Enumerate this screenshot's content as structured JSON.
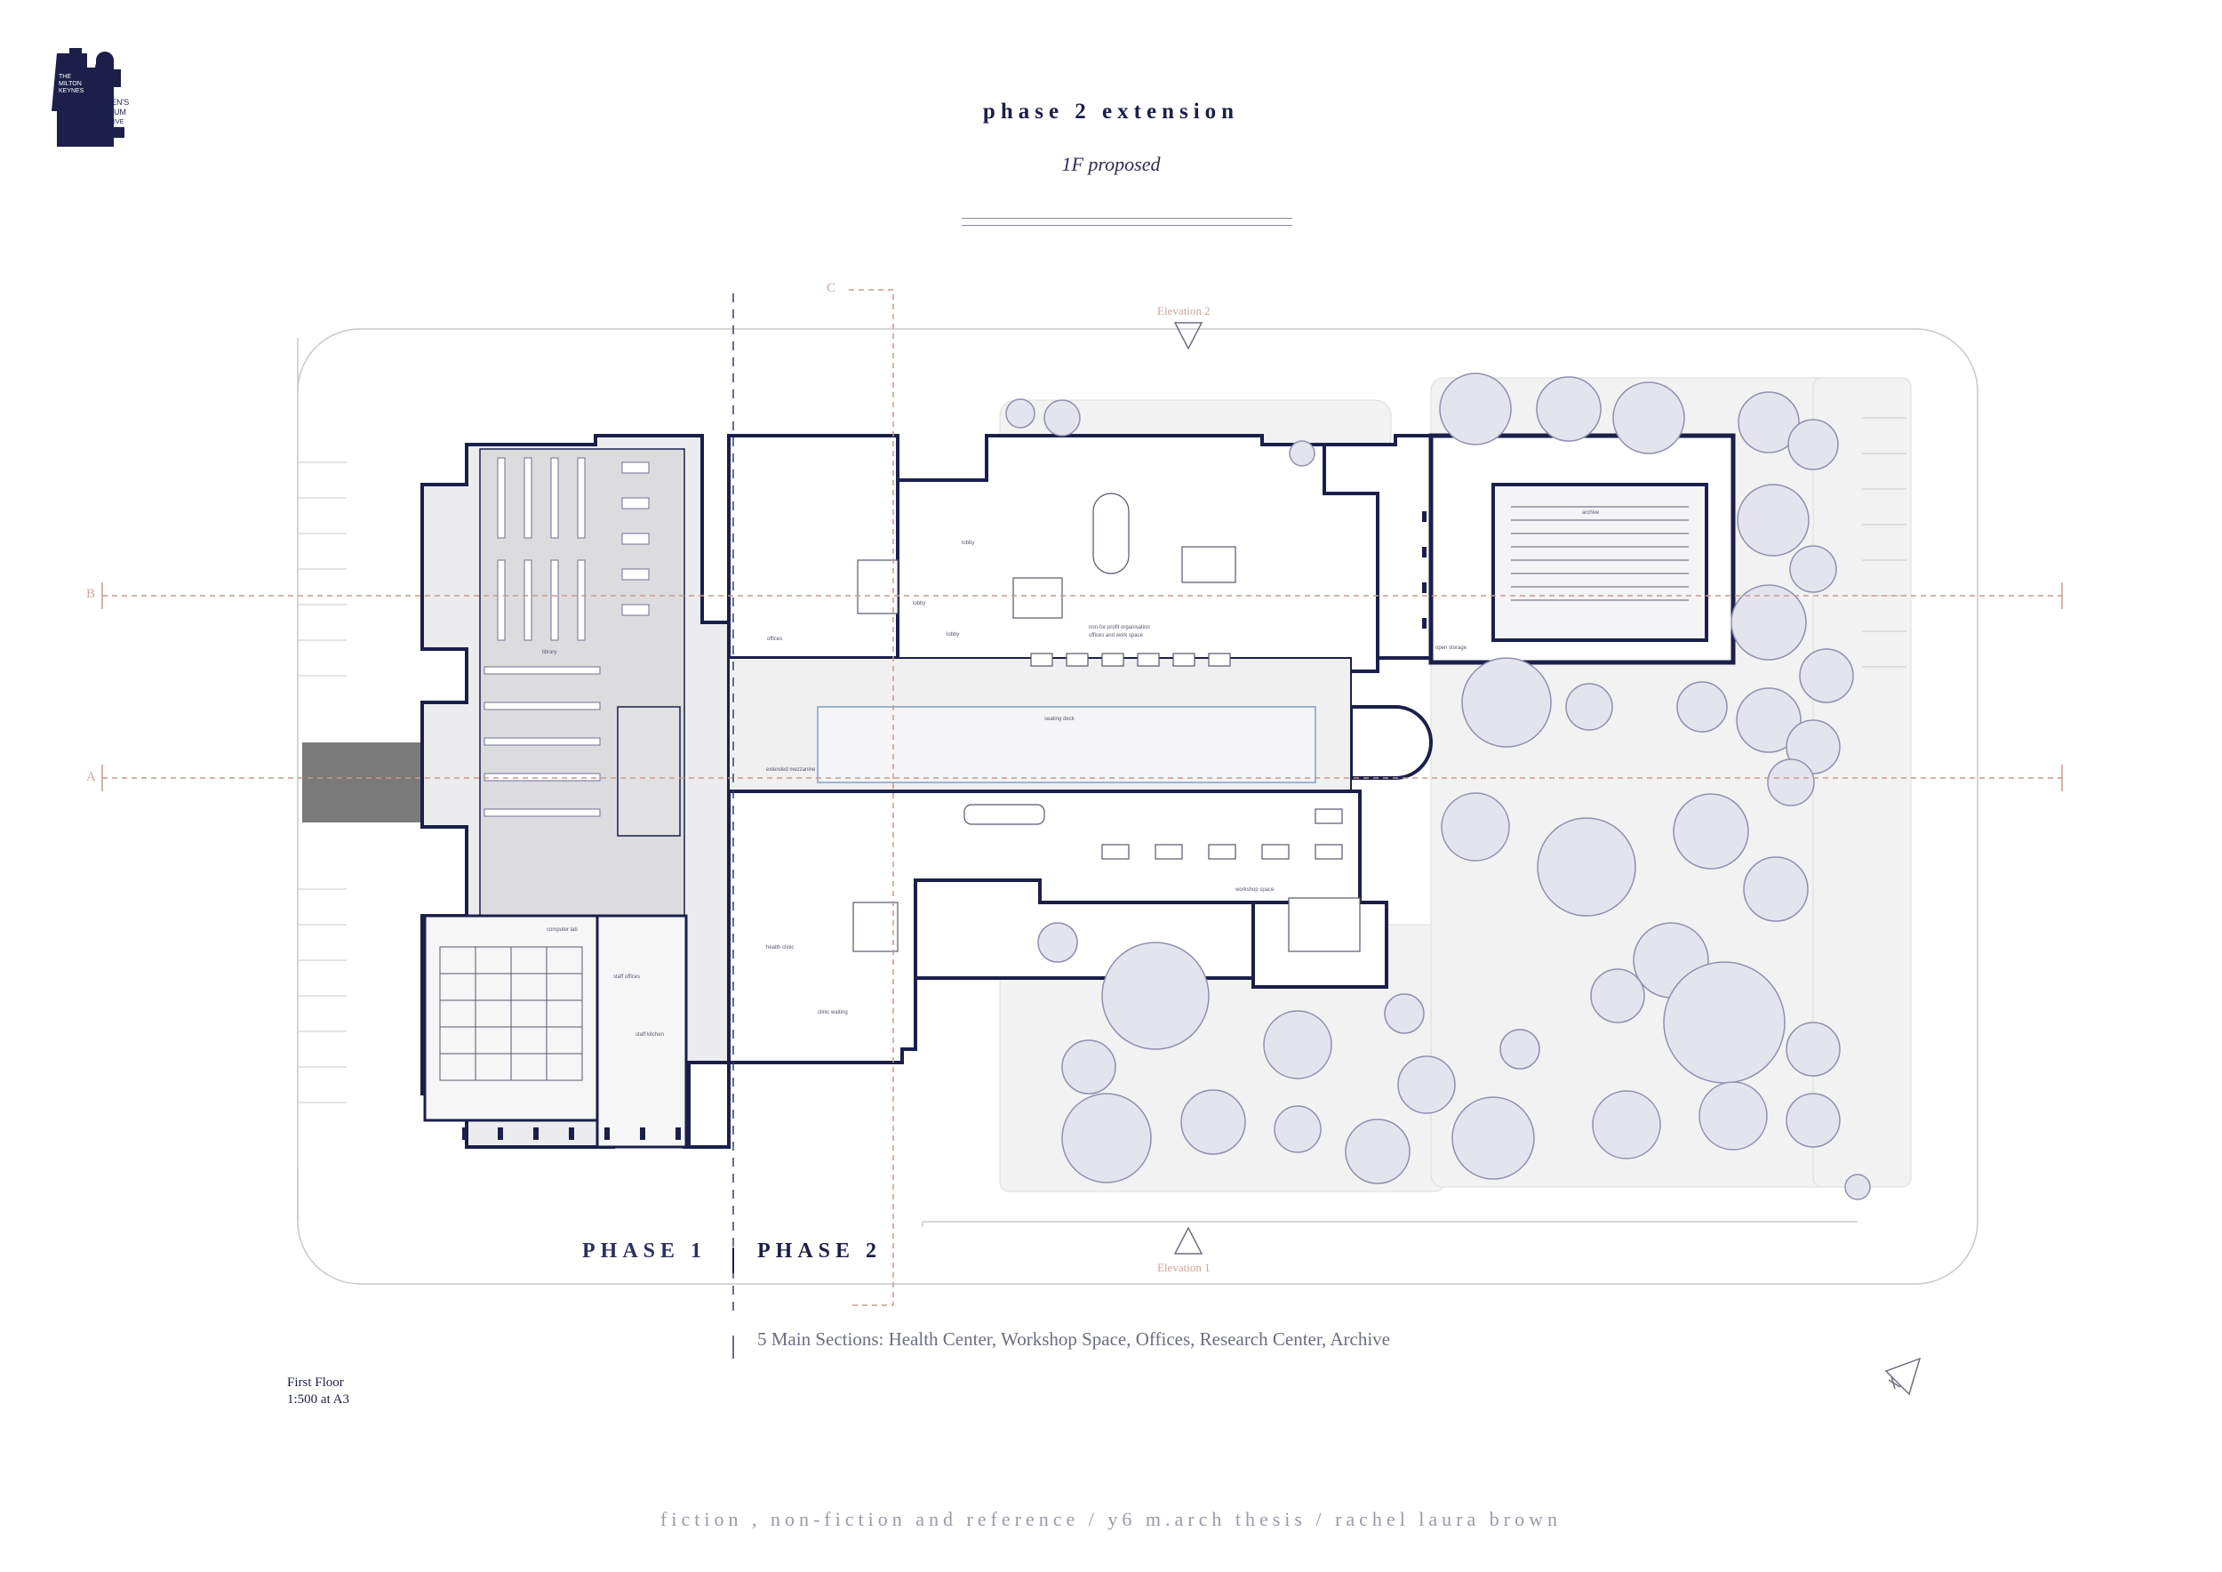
{
  "header": {
    "title": "phase 2 extension",
    "subtitle": "1F proposed"
  },
  "logo": {
    "lines": [
      "THE",
      "MILTON",
      "KEYNES",
      "WOMEN'S",
      "MUSEUM",
      "& ARCHIVE"
    ],
    "color": "#1b1f4a"
  },
  "section_marks": {
    "c": "C",
    "b": "B",
    "a": "A"
  },
  "elevations": {
    "top": "Elevation 2",
    "bottom": "Elevation 1"
  },
  "phases": {
    "phase1": "PHASE 1",
    "phase2": "PHASE 2"
  },
  "room_labels": {
    "library": "library",
    "offices": "offices",
    "lobby1": "lobby",
    "lobby2": "lobby",
    "lobby3": "lobby",
    "nonprofit1": "non-for-profit organisation",
    "nonprofit2": "offices and work space",
    "seating": "seating deck",
    "mezzanine": "extended mezzanine",
    "archive": "archive",
    "open_storage": "open storage",
    "workshop": "workshop space",
    "computer_lab": "computer lab",
    "staff_offices": "staff offices",
    "staff_kitchen": "staff kitchen",
    "health_clinic": "health clinic",
    "clinic_waiting": "clinic waiting"
  },
  "sections_note": "5 Main Sections: Health Center, Workshop Space, Offices, Research Center, Archive",
  "drawing_info": {
    "name": "First Floor",
    "scale": "1:500 at A3"
  },
  "footer": "fiction , non-fiction and reference / y6 m.arch thesis / rachel laura brown",
  "colors": {
    "ink": "#1b1f4a",
    "wall": "#1b1f4a",
    "section_line": "#c99a8c",
    "tree": "#8e90b0",
    "shade": "#e8e8ea",
    "site": "#f3f3f3"
  }
}
